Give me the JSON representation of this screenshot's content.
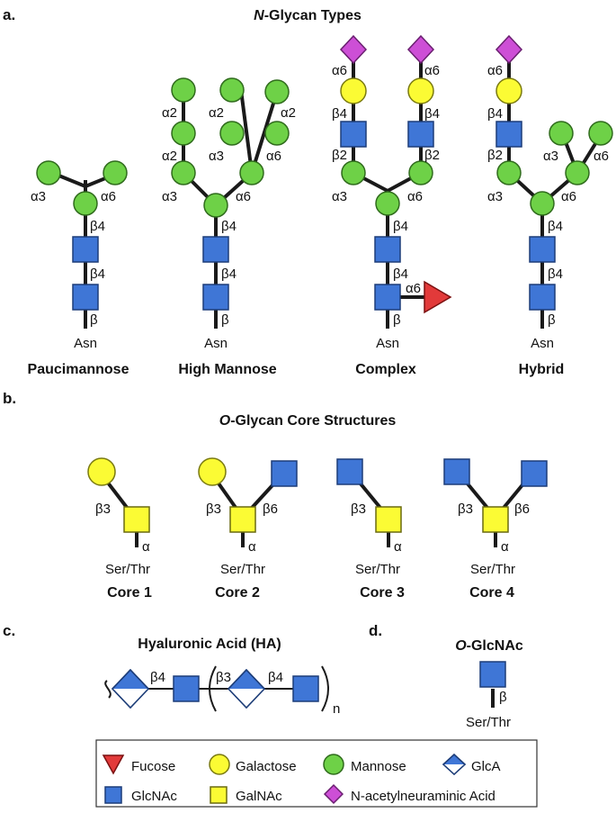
{
  "panels": {
    "a": "a.",
    "b": "b.",
    "c": "c.",
    "d": "d."
  },
  "titles": {
    "nglycan_prefix": "N",
    "nglycan_rest": "-Glycan Types",
    "oglycan_prefix": "O",
    "oglycan_rest": "-Glycan Core Structures",
    "ha": "Hyaluronic Acid (HA)",
    "oglcnac_prefix": "O",
    "oglcnac_rest": "-GlcNAc"
  },
  "nglycans": {
    "names": [
      "Paucimannose",
      "High Mannose",
      "Complex",
      "Hybrid"
    ],
    "asn": "Asn",
    "links": {
      "a3": "α3",
      "a6": "α6",
      "a2": "α2",
      "b4": "β4",
      "b2": "β2",
      "b": "β"
    }
  },
  "ocores": {
    "names": [
      "Core 1",
      "Core 2",
      "Core 3",
      "Core 4"
    ],
    "serthr": "Ser/Thr",
    "links": {
      "b3": "β3",
      "b6": "β6",
      "a": "α"
    }
  },
  "ha": {
    "b4": "β4",
    "b3": "β3",
    "n": "n"
  },
  "oglcnac": {
    "link": "β",
    "serthr": "Ser/Thr"
  },
  "legend": {
    "fucose": "Fucose",
    "galactose": "Galactose",
    "mannose": "Mannose",
    "glca": "GlcA",
    "glcnac": "GlcNAc",
    "galnac": "GalNAc",
    "neu5ac": "N-acetylneuraminic Acid"
  },
  "colors": {
    "mannose": "#6ed147",
    "galactose": "#fbfb34",
    "glcnac": "#3f76d6",
    "galnac": "#fbfb34",
    "sialic": "#cd4fd6",
    "fucose": "#e23a3a"
  }
}
